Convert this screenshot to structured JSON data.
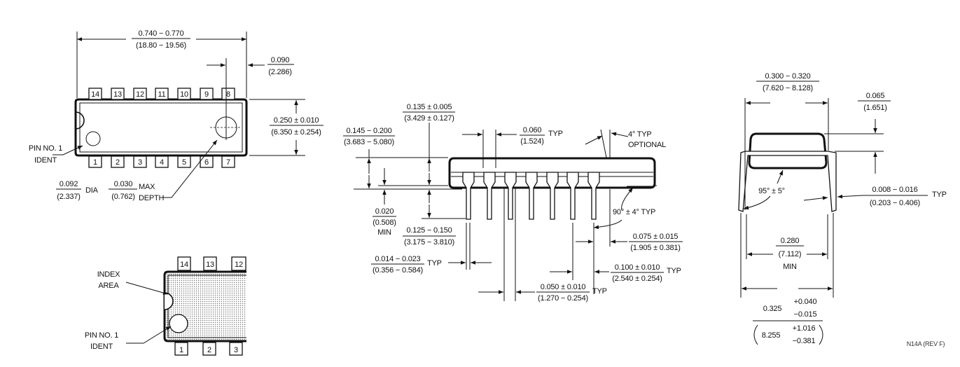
{
  "drawing_id": "N14A (REV F)",
  "top_view": {
    "pins_top": [
      "14",
      "13",
      "12",
      "11",
      "10",
      "9",
      "8"
    ],
    "pins_bottom": [
      "1",
      "2",
      "3",
      "4",
      "5",
      "6",
      "7"
    ],
    "length_in": "0.740 − 0.770",
    "length_mm": "(18.80 − 19.56)",
    "offset_in": "0.090",
    "offset_mm": "(2.286)",
    "width_in": "0.250 ± 0.010",
    "width_mm": "(6.350 ± 0.254)",
    "pin1_label_1": "PIN NO. 1",
    "pin1_label_2": "IDENT",
    "dia_in": "0.092",
    "dia_mm": "(2.337)",
    "dia_label": "DIA",
    "depth_in": "0.030",
    "depth_mm": "(0.762)",
    "depth_label_1": "MAX",
    "depth_label_2": "DEPTH"
  },
  "inset_view": {
    "pins_top": [
      "14",
      "13",
      "12"
    ],
    "pins_bottom": [
      "1",
      "2",
      "3"
    ],
    "index_label_1": "INDEX",
    "index_label_2": "AREA",
    "pin1_label_1": "PIN NO. 1",
    "pin1_label_2": "IDENT"
  },
  "side_view": {
    "height_in": "0.135 ± 0.005",
    "height_mm": "(3.429 ± 0.127)",
    "seated_in": "0.145 − 0.200",
    "seated_mm": "(3.683 − 5.080)",
    "shoulder_in": "0.060",
    "shoulder_mm": "(1.524)",
    "shoulder_typ": "TYP",
    "draft_1": "4° TYP",
    "draft_2": "OPTIONAL",
    "standoff_in": "0.020",
    "standoff_mm": "(0.508)",
    "standoff_min": "MIN",
    "lead_len_in": "0.125 − 0.150",
    "lead_len_mm": "(3.175 − 3.810)",
    "angle": "90° ± 4° TYP",
    "end_in": "0.075 ± 0.015",
    "end_mm": "(1.905 ± 0.381)",
    "lead_w_in": "0.014 − 0.023",
    "lead_w_mm": "(0.356 − 0.584)",
    "lead_w_typ": "TYP",
    "pitch_in": "0.100 ± 0.010",
    "pitch_mm": "(2.540 ± 0.254)",
    "pitch_typ": "TYP",
    "upper_w_in": "0.050 ± 0.010",
    "upper_w_mm": "(1.270 − 0.254)",
    "upper_w_typ": "TYP"
  },
  "end_view": {
    "width_in": "0.300 − 0.320",
    "width_mm": "(7.620 − 8.128)",
    "gap_in": "0.065",
    "gap_mm": "(1.651)",
    "angle": "95° ± 5°",
    "thick_in": "0.008 − 0.016",
    "thick_mm": "(0.203 − 0.406)",
    "thick_typ": "TYP",
    "inner_in": "0.280",
    "inner_mm": "(7.112)",
    "inner_min": "MIN",
    "outer_in": "0.325",
    "outer_in_plus": "+0.040",
    "outer_in_minus": "−0.015",
    "outer_mm": "8.255",
    "outer_mm_plus": "+1.016",
    "outer_mm_minus": "−0.381"
  }
}
